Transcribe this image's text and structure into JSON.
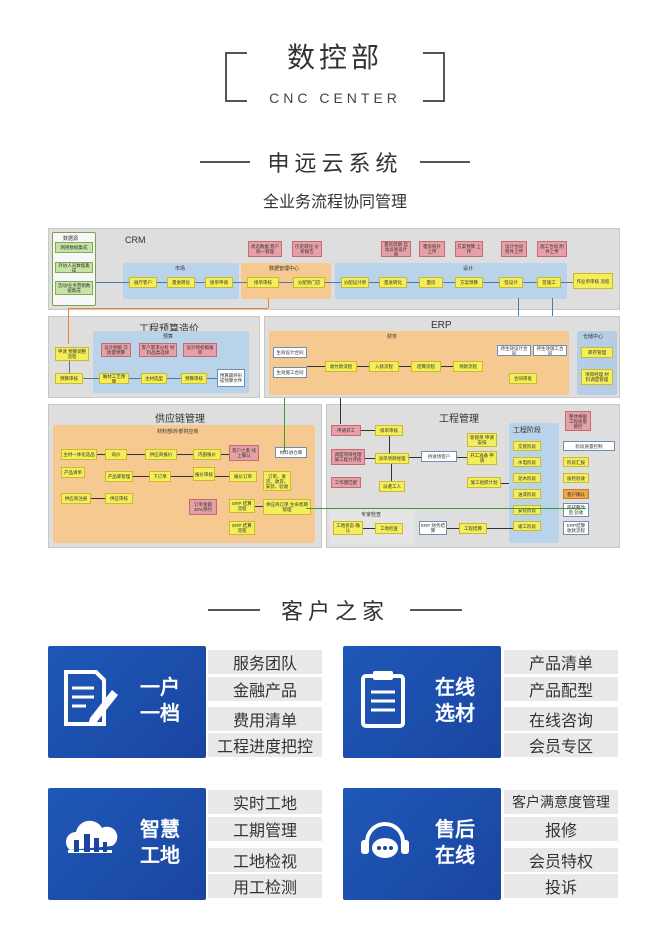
{
  "header": {
    "title": "数控部",
    "subtitle": "CNC CENTER"
  },
  "system": {
    "title": "申远云系统",
    "subtitle": "全业务流程协同管理"
  },
  "diagram": {
    "panels": {
      "crm": "CRM",
      "budget": "工程预算造价",
      "erp": "ERP",
      "supply": "供应链管理",
      "project": "工程管理"
    },
    "zones": {
      "data_source": "数据源",
      "market": "市场",
      "data_center": "数据管理中心",
      "design": "设计",
      "budget": "预算",
      "finance": "财务",
      "warehouse": "仓储中心",
      "material": "材料部/外部供应商",
      "stage": "工程阶段",
      "expert": "专家检查"
    },
    "nodes": {
      "ds1": "网络数据集成",
      "ds2": "外协人员数据集成",
      "ds3": "活动/业务营销数据集成",
      "m1": "展厅客户",
      "m2": "量进转化",
      "m3": "接单申请",
      "dc_top1": "状态数据 客户统一管理",
      "dc_top2": "历史转化 分析报告",
      "dc1": "接单审核",
      "dc2": "分配到门店",
      "d_top1": "量房周期 自动派发设计师",
      "d_top2": "量房照片 上传",
      "d_top3": "方案预算 上传",
      "d_top4": "设计合同 附件上传",
      "d_top5": "施工合同 附件上传",
      "d1": "分配设计师",
      "d2": "量进转化",
      "d3": "量房",
      "d4": "方案预算",
      "d5": "签设计",
      "d6": "签施工",
      "d7": "作业单审核 流程",
      "b_side1": "申请 预算调整流程",
      "b_side2": "预算审核",
      "b1": "设计图纸 交接量预算",
      "b2": "客户需求分析 材料品类选择",
      "b3": "设计师初稿报单",
      "b4": "确材工艺预算",
      "b5": "主材选型",
      "b6": "预算审核",
      "b7": "预算最终形 成预算文件",
      "f1": "生效设计合同",
      "f2": "生效施工合同",
      "f3": "收付款流程",
      "f4": "入款流程",
      "f5": "结算流程",
      "f6": "领款流程",
      "f7": "设计合同审核",
      "f8": "施工合同审核",
      "f9": "待生效设计合同",
      "f10": "待生效施工合同",
      "f11": "合同审批",
      "w1": "库存管理",
      "w2": "项目经理 材料调度管理",
      "s1": "主材一体化选品",
      "s2": "询价",
      "s3": "供应商报价",
      "s4": "内部报价",
      "s5": "客户之家 线上确认",
      "s6": "产品清单",
      "s7": "产品库管理",
      "s8": "下订单",
      "s9": "报价审核",
      "s10": "报价订单",
      "s11": "供应商注册",
      "s12": "供应审核",
      "s13": "材料进仓库",
      "s14": "订单金额 30%预付",
      "s15": "ERP 结算流程",
      "s16": "订单、发货、收货、安装、验收",
      "s17": "供应商订单 生命周期管理",
      "s18": "ERP 结算流程",
      "p1": "申请开工",
      "p2": "排单审核",
      "p3": "调度项目经理 施工能力评估",
      "p4": "派单项目经理",
      "p5": "待进场客户",
      "p6": "工作量匹配",
      "p7": "派遣工人",
      "p8": "新接单 申请安排",
      "p9": "开工准备 申请",
      "p10": "施工组织计划",
      "p11": "交底阶段",
      "p12": "水电阶段",
      "p13": "泥木阶段",
      "p14": "油漆阶段",
      "p15": "安装阶段",
      "p16": "竣工阶段",
      "p17": "工地状态 确认",
      "p18": "工地检查",
      "p19": "ERP 财务结算",
      "p20": "工程结算",
      "q_top": "整体根据 工程质量 管控",
      "q1": "阶段质量控制",
      "q2": "阶段汇报",
      "q3": "质检验收",
      "q4": "客户确认",
      "q5": "完成整改后 验收",
      "q6": "ERP结算 收款流程"
    }
  },
  "home": {
    "title": "客户之家"
  },
  "cards": [
    {
      "icon": "document-pen-icon",
      "label": [
        "一户",
        "一档"
      ],
      "features": [
        "服务团队",
        "金融产品",
        "费用清单",
        "工程进度把控"
      ]
    },
    {
      "icon": "clipboard-icon",
      "label": [
        "在线",
        "选材"
      ],
      "features": [
        "产品清单",
        "产品配型",
        "在线咨询",
        "会员专区"
      ]
    },
    {
      "icon": "city-cloud-icon",
      "label": [
        "智慧",
        "工地"
      ],
      "features": [
        "实时工地",
        "工期管理",
        "工地检视",
        "用工检测"
      ]
    },
    {
      "icon": "chat-headset-icon",
      "label": [
        "售后",
        "在线"
      ],
      "features": [
        "客户满意度管理",
        "报修",
        "会员特权",
        "投诉"
      ]
    }
  ],
  "colors": {
    "card": "#1f58b8",
    "feature_bg": "#e9e9e9",
    "zone_blue": "#b9d3ea",
    "zone_orange": "#f5c98f",
    "node_yellow": "#f3ee5a",
    "node_pink": "#e8a0a8"
  }
}
